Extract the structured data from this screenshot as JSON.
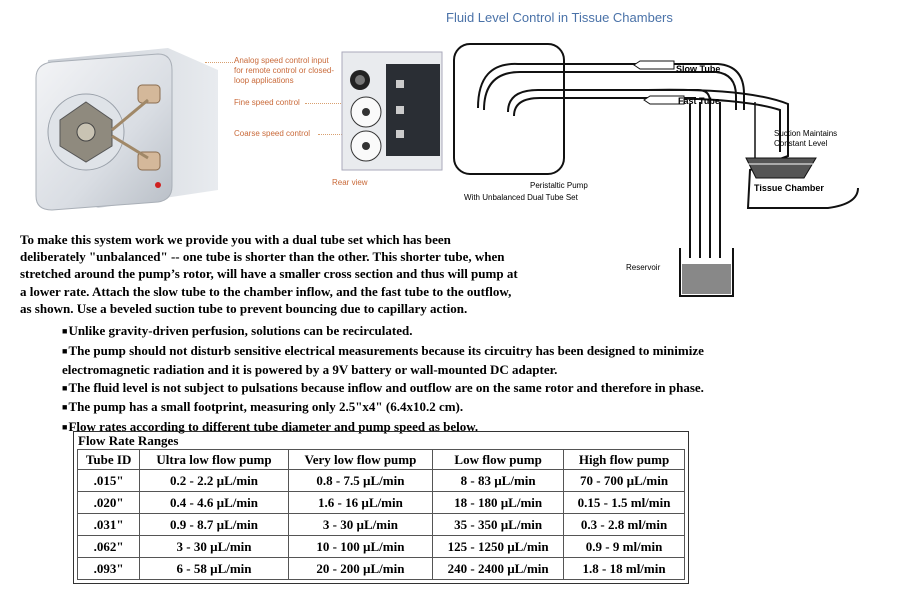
{
  "header": {
    "title": "Fluid Level Control in Tissue Chambers"
  },
  "pump_photo": {
    "callouts": [
      "Analog speed control input for remote control or closed-loop applications",
      "Fine speed control",
      "Coarse speed control"
    ],
    "callout_lines": [
      [
        "Analog speed control input",
        "for remote control or closed-",
        "loop applications"
      ],
      [
        "Fine speed control"
      ],
      [
        "Coarse speed control"
      ]
    ],
    "rear_caption": "Rear view"
  },
  "diagram": {
    "labels": {
      "slow_tube": "Slow Tube",
      "fast_tube": "Fast Tube",
      "suction": [
        "Suction Maintains",
        "Constant Level"
      ],
      "tissue_chamber": "Tissue Chamber",
      "pump": [
        "Peristaltic Pump",
        "With Unbalanced Dual Tube Set"
      ],
      "reservoir": "Reservoir"
    }
  },
  "intro_lines": [
    "To make this system work we provide you with a dual tube set which has been",
    "deliberately \"unbalanced\"  -- one tube is shorter than the other. This shorter tube, when",
    "stretched around the pump’s rotor, will have a smaller cross section and thus will pump at",
    "a lower rate. Attach the slow tube to the chamber inflow,  and the fast tube to the outflow,",
    "as shown.  Use a beveled suction tube to prevent bouncing due to capillary  action."
  ],
  "bullet_mark": "■",
  "bullets": [
    "Unlike gravity-driven perfusion, solutions can be recirculated.",
    "The pump  should not disturb sensitive electrical measurements because its circuitry  has been designed to minimize",
    "electromagnetic radiation  and  it is powered by a 9V battery or wall-mounted  DC adapter.",
    "The fluid level is not subject to pulsations because inflow  and  outflow  are on the same rotor  and  therefore in phase.",
    "The pump  has a small footprint, measuring only 2.5\"x4\" (6.4x10.2 cm).",
    "Flow rates according to different tube diameter and pump speed as below."
  ],
  "bullet_has_mark": [
    true,
    true,
    false,
    true,
    true,
    true
  ],
  "table": {
    "caption": "Flow Rate Ranges",
    "columns": [
      "Tube ID",
      "Ultra low flow pump",
      "Very low flow pump",
      "Low flow pump",
      "High flow pump"
    ],
    "rows": [
      [
        ".015\"",
        "0.2 - 2.2 µL/min",
        "0.8 - 7.5 µL/min",
        "8 - 83 µL/min",
        "70 - 700 µL/min"
      ],
      [
        ".020\"",
        "0.4 - 4.6 µL/min",
        "1.6 - 16 µL/min",
        "18 - 180 µL/min",
        "0.15 - 1.5 ml/min"
      ],
      [
        ".031\"",
        "0.9 - 8.7 µL/min",
        "3 - 30 µL/min",
        "35 - 350 µL/min",
        "0.3 - 2.8 ml/min"
      ],
      [
        ".062\"",
        "3 - 30 µL/min",
        "10 - 100 µL/min",
        "125 - 1250 µL/min",
        "0.9 - 9 ml/min"
      ],
      [
        ".093\"",
        "6 - 58 µL/min",
        "20 - 200 µL/min",
        "240 - 2400 µL/min",
        "1.8 - 18 ml/min"
      ]
    ]
  }
}
